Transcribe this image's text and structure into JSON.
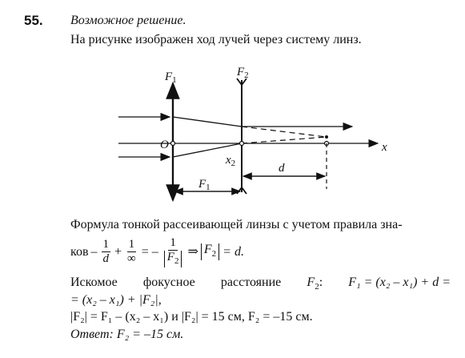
{
  "problem": {
    "number": "55.",
    "intro": "Возможное решение.",
    "description": "На рисунке изображен ход лучей через систему линз."
  },
  "diagram": {
    "label_F1": "F",
    "label_F1_sub": "1",
    "label_F2": "F",
    "label_F2_sub": "2",
    "label_O": "O",
    "label_x": "x",
    "label_x2": "x",
    "label_x2_sub": "2",
    "label_d": "d",
    "label_F1_bottom": "F",
    "label_F1_bottom_sub": "1"
  },
  "solution": {
    "formula_text": "Формула тонкой рассеивающей линзы с учетом правила зна-",
    "formula_prefix": "ков",
    "fraction1_num": "1",
    "fraction1_den": "d",
    "fraction2_num": "1",
    "fraction2_den": "∞",
    "fraction3_num": "1",
    "fraction3_den_abs": "F",
    "fraction3_den_sub": "2",
    "implies": "⇒",
    "result_abs": "F",
    "result_sub": "2",
    "result_tail": "= d.",
    "line3_a": "Искомое",
    "line3_b": "фокусное",
    "line3_c": "расстояние",
    "line3_d": "F",
    "line3_d_sub": "2",
    "line3_e": ":",
    "line3_eq": "F₁ = (x₂ – x₁) + d =",
    "line4": "= (x₂ – x₁) + |F₂|,",
    "line5": "|F₂| = F₁ – (x₂ – x₁) и |F₂| = 15 см, F₂ = –15 см.",
    "answer_label": "Ответ:",
    "answer_value": "F₂ = –15 см."
  }
}
